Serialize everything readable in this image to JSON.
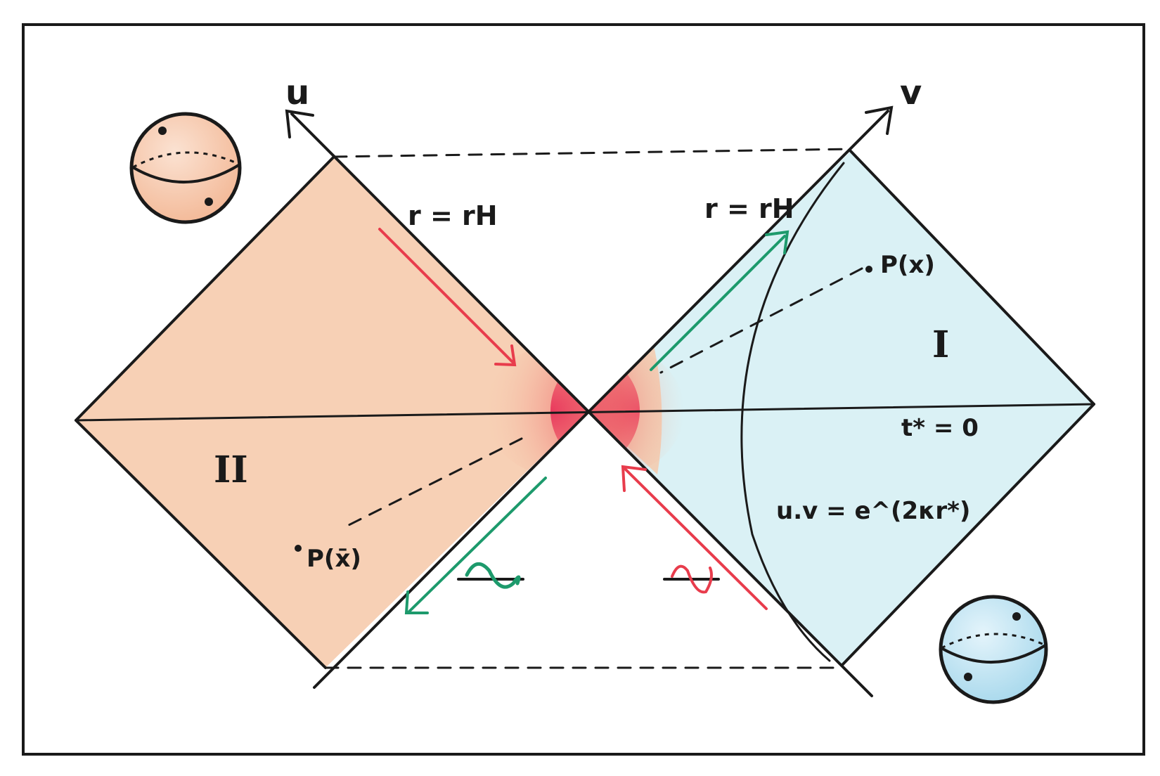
{
  "labels": {
    "u_axis": "u",
    "v_axis": "v",
    "horizon_left": "r = rH",
    "horizon_right": "r = rH",
    "point_right": "P(x)",
    "point_left": "P(x̄)",
    "region_right": "I",
    "region_left": "II",
    "time_slice": "t* = 0",
    "hyperbola": "u.v = e^(2κr*)"
  },
  "colors": {
    "region_left_fill": "#f6c8a8",
    "region_right_fill": "#d6f0f4",
    "hot_spot": "#e8345a",
    "arrow_red": "#e83c4c",
    "arrow_green": "#1d9a6c",
    "sphere_left": "#f3b896",
    "sphere_right": "#a7d8ec",
    "ink": "#1a1a1a"
  }
}
